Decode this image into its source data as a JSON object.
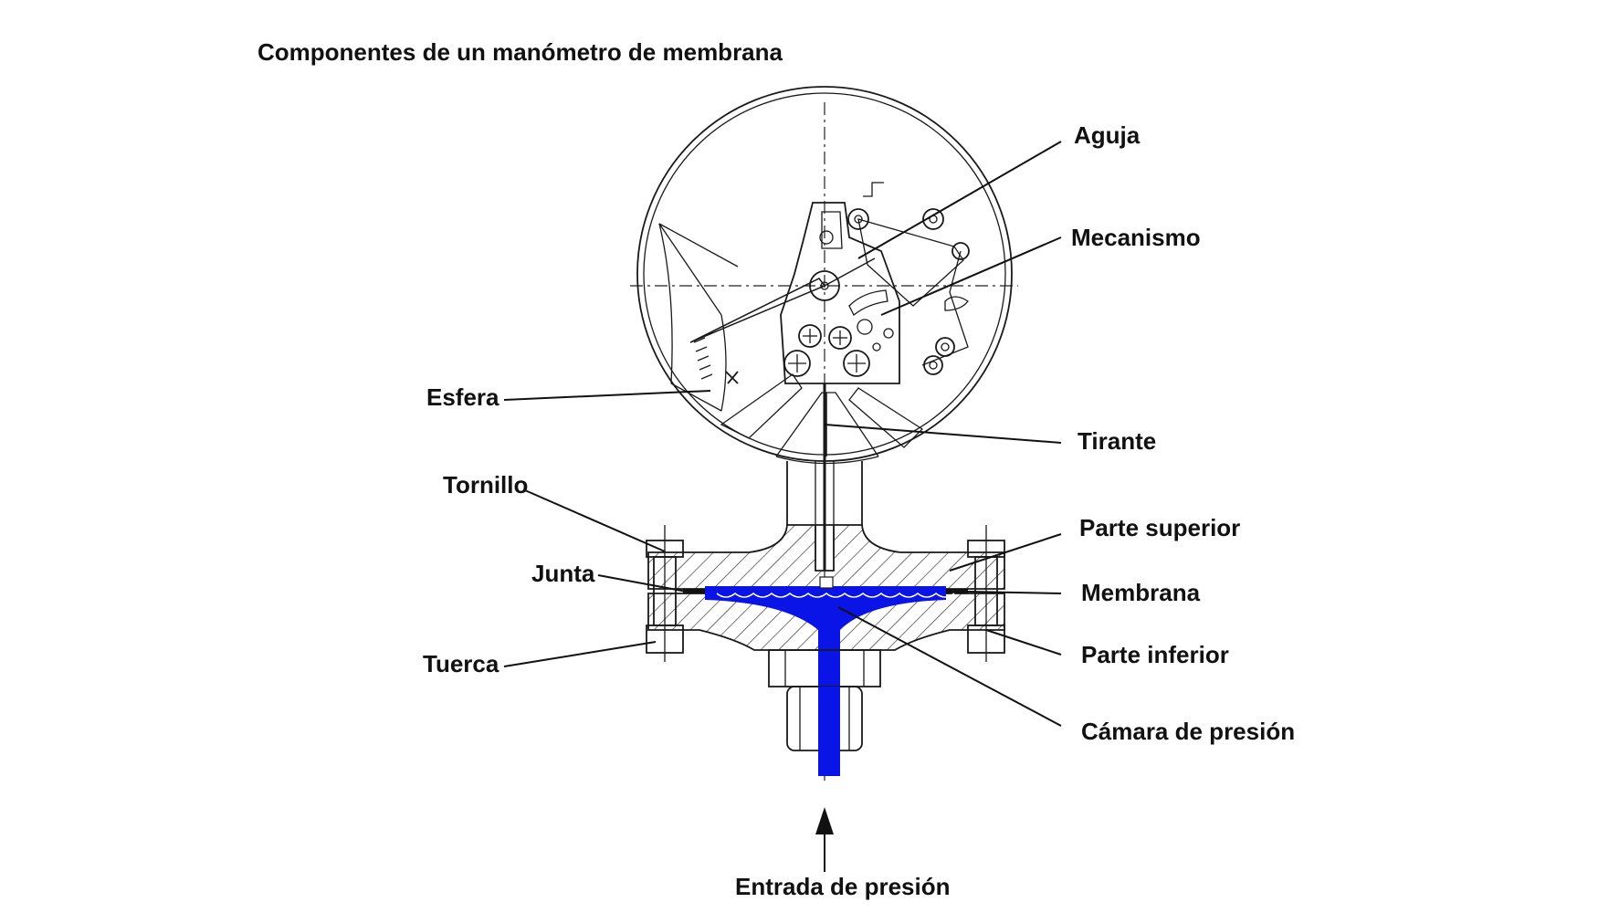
{
  "title": "Componentes de un manómetro de membrana",
  "labels": {
    "aguja": "Aguja",
    "mecanismo": "Mecanismo",
    "esfera": "Esfera",
    "tirante": "Tirante",
    "tornillo": "Tornillo",
    "parte_superior": "Parte superior",
    "junta": "Junta",
    "membrana": "Membrana",
    "tuerca": "Tuerca",
    "parte_inferior": "Parte inferior",
    "camara": "Cámara de presión",
    "entrada": "Entrada de presión"
  },
  "colors": {
    "pressure_medium": "#0a14e6",
    "line": "#1a1a1a"
  }
}
